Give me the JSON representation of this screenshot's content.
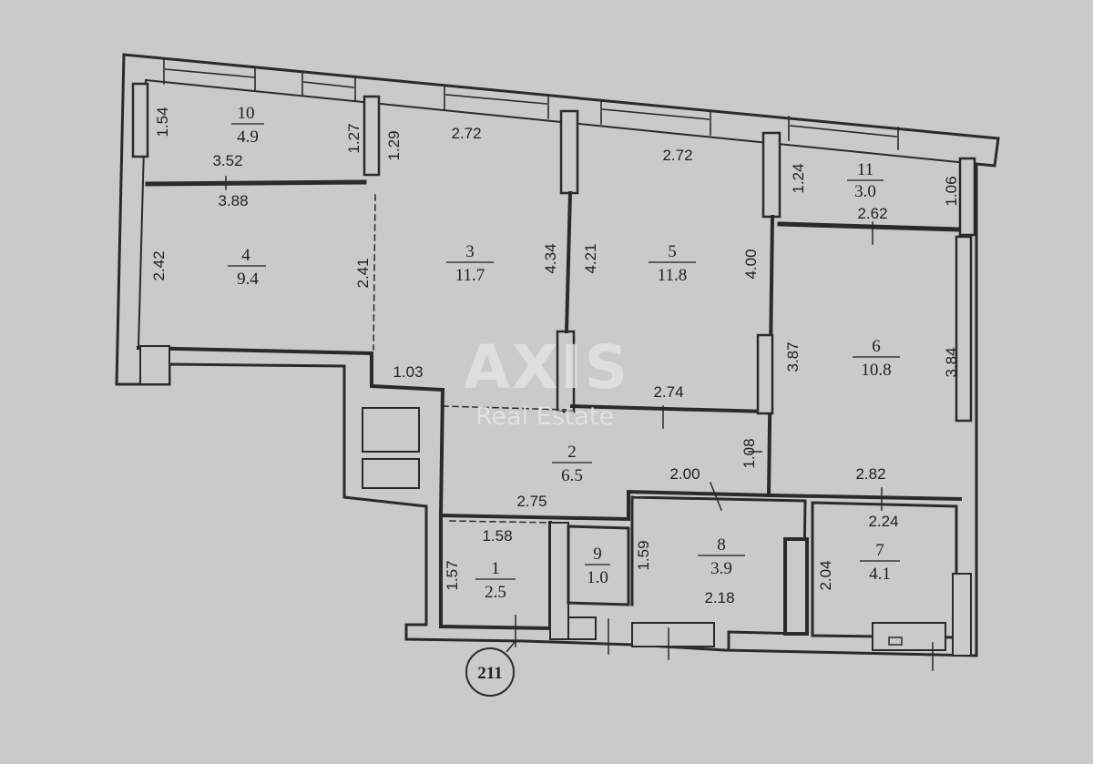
{
  "watermark": {
    "brand": "AXIS",
    "tagline": "Real Estate"
  },
  "unit_number": "211",
  "rooms": [
    {
      "id": "room-1",
      "number": "1",
      "area": "2.5"
    },
    {
      "id": "room-2",
      "number": "2",
      "area": "6.5"
    },
    {
      "id": "room-3",
      "number": "3",
      "area": "11.7"
    },
    {
      "id": "room-4",
      "number": "4",
      "area": "9.4"
    },
    {
      "id": "room-5",
      "number": "5",
      "area": "11.8"
    },
    {
      "id": "room-6",
      "number": "6",
      "area": "10.8"
    },
    {
      "id": "room-7",
      "number": "7",
      "area": "4.1"
    },
    {
      "id": "room-8",
      "number": "8",
      "area": "3.9"
    },
    {
      "id": "room-9",
      "number": "9",
      "area": "1.0"
    },
    {
      "id": "room-10",
      "number": "10",
      "area": "4.9"
    },
    {
      "id": "room-11",
      "number": "11",
      "area": "3.0"
    }
  ],
  "dimensions": {
    "d_1_54": "1.54",
    "d_1_27": "1.27",
    "d_3_52": "3.52",
    "d_3_88": "3.88",
    "d_1_29": "1.29",
    "d_2_72a": "2.72",
    "d_2_72b": "2.72",
    "d_1_24": "1.24",
    "d_1_06": "1.06",
    "d_2_62": "2.62",
    "d_2_42": "2.42",
    "d_2_41": "2.41",
    "d_4_34": "4.34",
    "d_4_21": "4.21",
    "d_4_00": "4.00",
    "d_3_87": "3.87",
    "d_3_84": "3.84",
    "d_1_03": "1.03",
    "d_2_74": "2.74",
    "d_1_08": "1.08",
    "d_2_00": "2.00",
    "d_2_82": "2.82",
    "d_2_75": "2.75",
    "d_2_24": "2.24",
    "d_1_58": "1.58",
    "d_1_57": "1.57",
    "d_1_59": "1.59",
    "d_2_04": "2.04",
    "d_2_18": "2.18"
  }
}
